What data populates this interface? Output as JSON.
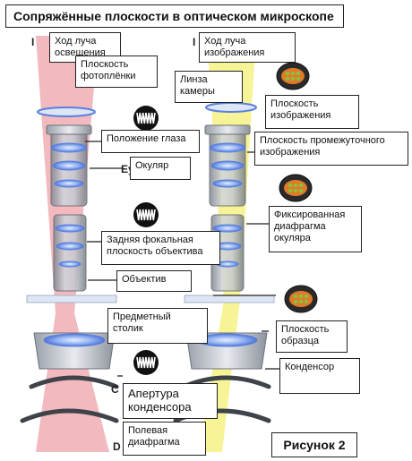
{
  "title": "Сопряжённые плоскости в оптическом микроскопе",
  "figure_label": "Рисунок 2",
  "background_text": {
    "left_numeral": "I",
    "right_numeral": "I",
    "eyepiece_fragment": "Ey",
    "condenser_fragment_left": "C",
    "condenser_fragment_right": "C",
    "diaphragm_fragment": "D"
  },
  "labels": {
    "illumination_path": "Ход луча\nосвещения",
    "film_plane": "Плоскость\nфотоплёнки",
    "eye_position": "Положение глаза",
    "eyepiece": "Окуляр",
    "objective_rear_focal_plane": "Задняя фокальная\nплоскость объектива",
    "objective": "Объектив",
    "stage": "Предметный\nстолик",
    "condenser_aperture": "Апертура\nконденсора",
    "field_diaphragm": "Полевая\nдиафрагма",
    "imaging_path": "Ход луча\nизображения",
    "camera_lens": "Линза\nкамеры",
    "image_plane": "Плоскость\nизображения",
    "intermediate_image_plane": "Плоскость промежуточного\nизображения",
    "eyepiece_field_diaphragm": "Фиксированная\nдиафрагма\nокуляра",
    "specimen_plane": "Плоскость\nобразца",
    "condenser": "Конденсор"
  },
  "colors": {
    "illumination_beam": "#e8808a",
    "imaging_beam": "#f2f06a",
    "lens_blue": "#5a7fe0",
    "optic_gray": "#b7bcc4",
    "glass_light": "#dde6f4",
    "coil_dark": "#111111",
    "specimen_orange": "#e07a2a",
    "specimen_green": "#88c23a"
  },
  "icons": [
    "wave-coil-icon",
    "specimen-pattern-icon"
  ]
}
